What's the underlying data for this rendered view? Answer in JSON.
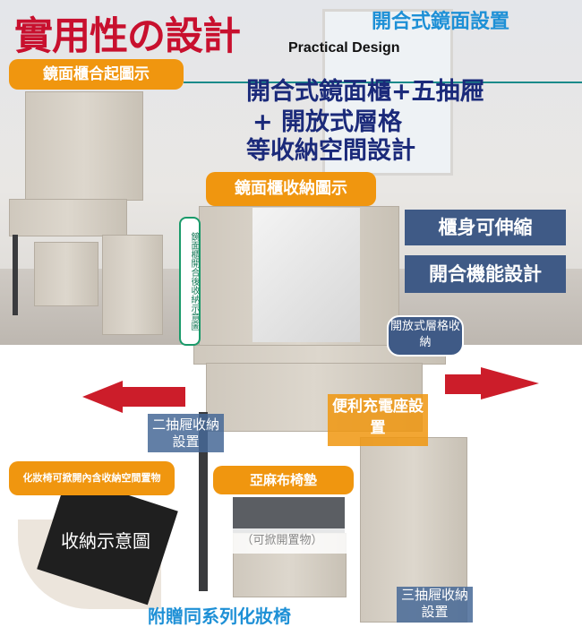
{
  "headline": {
    "title": "實用性の設計",
    "subtitle": "Practical Design",
    "mirror_setup": "開合式鏡面設置"
  },
  "labels": {
    "mirror_closed": "鏡面櫃合起圖示",
    "features_line1": "開合式鏡面櫃+五抽屜",
    "features_line2": "+ 開放式層格",
    "features_line3": "等收納空間設計",
    "mirror_storage": "鏡面櫃收納圖示",
    "vertical_note": "鏡面櫃開合後收納示意圖",
    "extendable": "櫃身可伸縮",
    "open_close": "開合機能設計",
    "open_shelf": "開放式層格收納",
    "charging": "便利充電座設置",
    "two_drawers": "二抽屜收納設置",
    "three_drawers": "三抽屜收納設置",
    "stool_storage": "化妝椅可掀開內含收納空間置物",
    "linen_cushion": "亞麻布椅墊",
    "storage_demo": "收納示意圖",
    "liftable": "（可掀開置物）",
    "free_stool": "附贈同系列化妝椅"
  },
  "colors": {
    "red": "#c8102e",
    "orange": "#f0960f",
    "navy": "#1b2a7a",
    "blue": "#1e90d6",
    "arrow": "#cc1d2a"
  }
}
